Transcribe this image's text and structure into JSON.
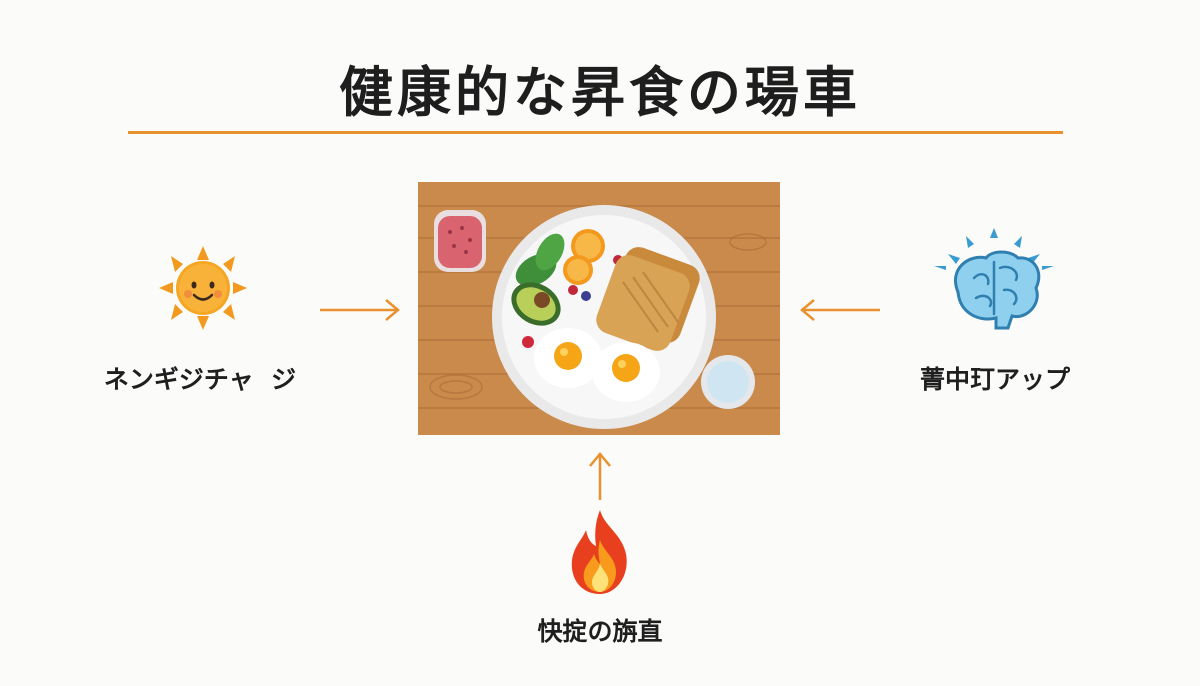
{
  "title": "健康的な昇食の瑒車",
  "accent_color": "#e8912e",
  "center": {
    "icon": "breakfast-plate-illustration"
  },
  "nodes": [
    {
      "label": "ネンギジチャ  ジ",
      "icon": "sun-icon"
    },
    {
      "label": "菁中玎アップ",
      "icon": "brain-icon"
    },
    {
      "label": "快掟の旃直",
      "icon": "fire-icon"
    }
  ]
}
